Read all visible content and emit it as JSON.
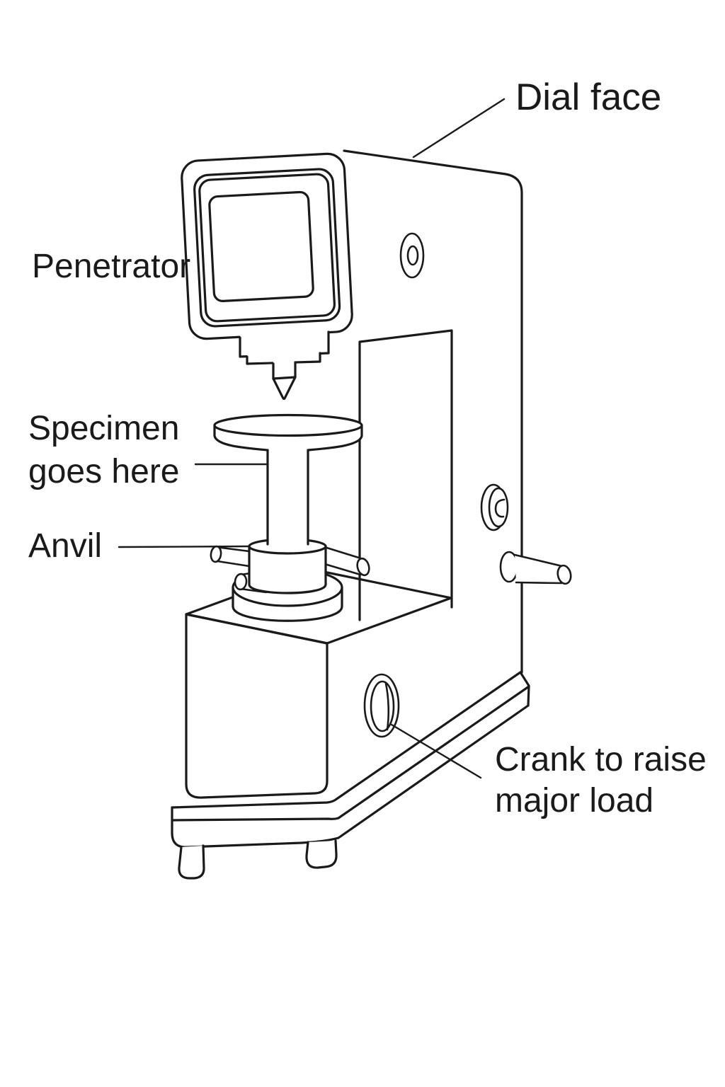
{
  "figure": {
    "type": "technical-line-diagram",
    "background_color": "#ffffff",
    "line_color": "#1a1a1a",
    "text_color": "#1a1a1a"
  },
  "labels": {
    "dial_face": "Dial face",
    "penetrator": "Penetrator",
    "specimen_line1": "Specimen",
    "specimen_line2": "goes here",
    "anvil": "Anvil",
    "crank_line1": "Crank to raise",
    "crank_line2": "major load"
  },
  "parts": [
    "dial-face-housing",
    "dial-window",
    "penetrator-tip",
    "specimen-platform",
    "anvil-capstan",
    "machine-column",
    "base",
    "crank-port",
    "side-knob",
    "side-pin",
    "machine-feet"
  ]
}
